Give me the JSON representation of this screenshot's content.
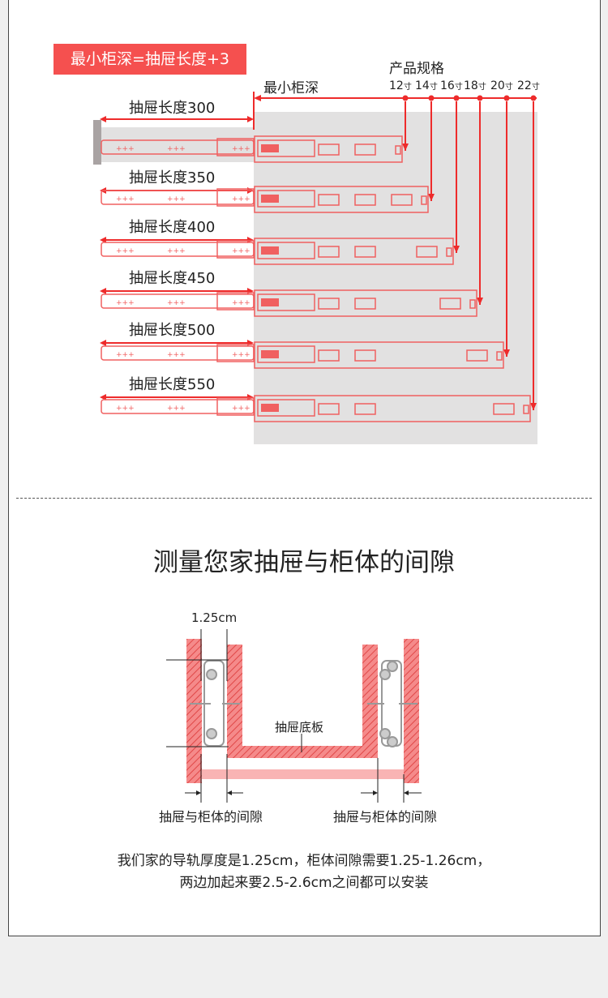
{
  "banner": "最小柜深=抽屉长度+3",
  "spec_title": "产品规格",
  "min_depth_label": "最小柜深",
  "specs": [
    {
      "size": "12",
      "unit": "寸"
    },
    {
      "size": "14",
      "unit": "寸"
    },
    {
      "size": "16",
      "unit": "寸"
    },
    {
      "size": "18",
      "unit": "寸"
    },
    {
      "size": "20",
      "unit": "寸"
    },
    {
      "size": "22",
      "unit": "寸"
    }
  ],
  "drawer_lengths": [
    "抽屉长度300",
    "抽屉长度350",
    "抽屉长度400",
    "抽屉长度450",
    "抽屉长度500",
    "抽屉长度550"
  ],
  "section_title": "测量您家抽屉与柜体的间隙",
  "diagram": {
    "rail_thickness": "1.25cm",
    "bottom_board": "抽屉底板",
    "gap_left": "抽屉与柜体的间隙",
    "gap_right": "抽屉与柜体的间隙"
  },
  "note_line1": "我们家的导轨厚度是1.25cm，柜体间隙需要1.25-1.26cm，",
  "note_line2": "两边加起来要2.5-2.6cm之间都可以安装",
  "colors": {
    "accent": "#f5504f",
    "line": "#ee2b2b",
    "rail": "#f06060",
    "cabinet": "#e2e1e1"
  }
}
